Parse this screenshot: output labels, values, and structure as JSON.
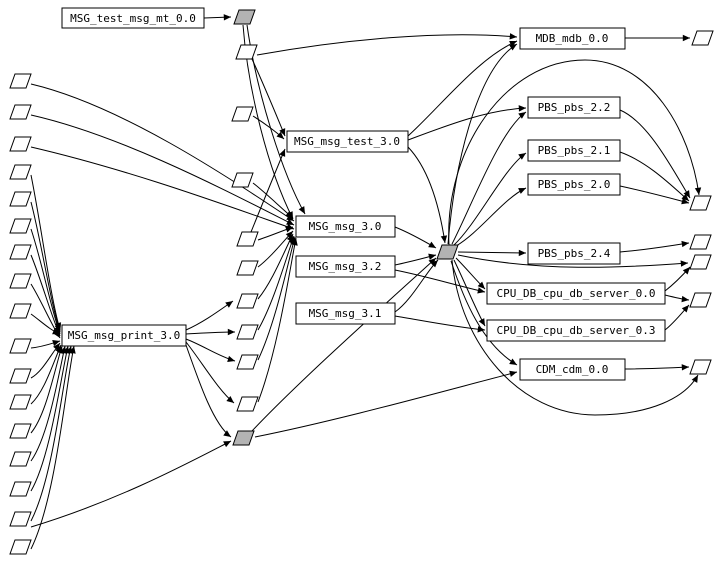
{
  "diagram": {
    "type": "dependency-graph",
    "nodes": [
      {
        "label": "MSG_test_msg_mt_0.0"
      },
      {
        "label": "MSG_msg_test_3.0"
      },
      {
        "label": "MSG_msg_3.0"
      },
      {
        "label": "MSG_msg_3.2"
      },
      {
        "label": "MSG_msg_3.1"
      },
      {
        "label": "MSG_msg_print_3.0"
      },
      {
        "label": "MDB_mdb_0.0"
      },
      {
        "label": "PBS_pbs_2.2"
      },
      {
        "label": "PBS_pbs_2.1"
      },
      {
        "label": "PBS_pbs_2.0"
      },
      {
        "label": "PBS_pbs_2.4"
      },
      {
        "label": "CPU_DB_cpu_db_server_0.0"
      },
      {
        "label": "CPU_DB_cpu_db_server_0.3"
      },
      {
        "label": "CDM_cdm_0.0"
      }
    ],
    "ports": {
      "white_count": 32,
      "gray_count": 3
    },
    "colors": {
      "background": "#ffffff",
      "node_fill": "#ffffff",
      "node_border": "#000000",
      "edge": "#000000",
      "port_fill": "#ffffff",
      "port_fill_gray": "#b3b3b3",
      "text": "#000000"
    }
  }
}
